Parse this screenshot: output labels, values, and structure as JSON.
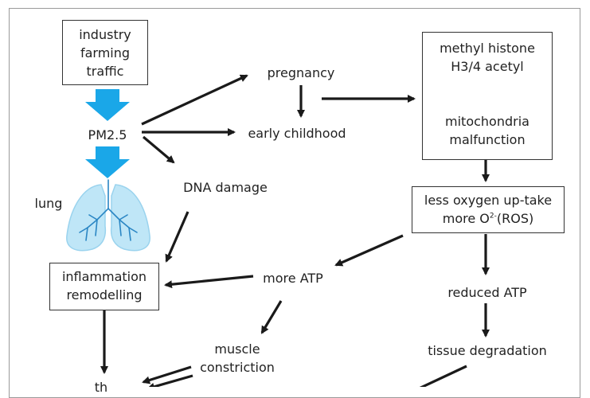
{
  "nodes": {
    "sources": [
      "industry",
      "farming",
      "traffic"
    ],
    "pm25": "PM2.5",
    "lung": "lung",
    "pregnancy": "pregnancy",
    "early_childhood": "early childhood",
    "dna_damage": "DNA damage",
    "methyl_histone": [
      "methyl histone",
      "H3/4 acetyl"
    ],
    "mitochondria": [
      "mitochondria",
      "malfunction"
    ],
    "oxygen": {
      "line1": "less oxygen up-take",
      "line2_prefix": "more O",
      "line2_sup": "2-",
      "line2_suffix": "(ROS)"
    },
    "inflammation": [
      "inflammation",
      "remodelling"
    ],
    "more_atp": "more ATP",
    "reduced_atp": "reduced ATP",
    "muscle": [
      "muscle",
      "constriction"
    ],
    "tissue_degradation": "tissue degradation",
    "partial_bottom": "th"
  },
  "colors": {
    "arrow": "#1a1a1a",
    "blue_arrow": "#1aa7e8",
    "lung_fill": "#bfe6f7",
    "lung_vessel": "#2a86c4"
  }
}
